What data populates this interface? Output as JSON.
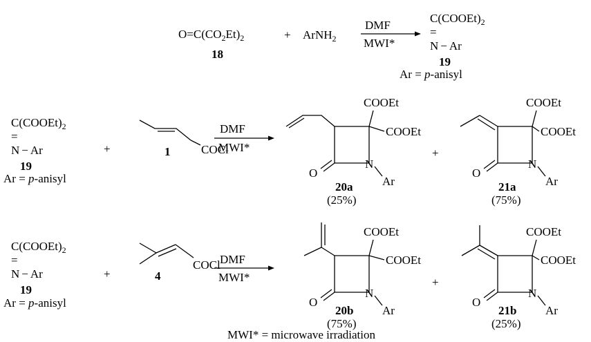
{
  "reaction1": {
    "ketone": "O=C(CO",
    "ketone_sub": "2",
    "ketone_tail": "Et)",
    "ketone_sub2": "2",
    "ketone_label": "18",
    "plus": "+",
    "amine": "ArNH",
    "amine_sub": "2",
    "solvent": "DMF",
    "condition": "MWI*",
    "imine_top": "C(COOEt)",
    "imine_top_sub": "2",
    "imine_bond": "=",
    "imine_n": "N",
    "imine_dash": "−",
    "imine_ar": "Ar",
    "imine_label": "19",
    "ar_def_prefix": "Ar = ",
    "ar_def_italic": "p",
    "ar_def_suffix": "-anisyl"
  },
  "reaction2": {
    "imine_top": "C(COOEt)",
    "imine_top_sub": "2",
    "imine_bond": "=",
    "imine_n": "N",
    "imine_dash": "−",
    "imine_ar": "Ar",
    "imine_label": "19",
    "ar_def_prefix": "Ar = ",
    "ar_def_italic": "p",
    "ar_def_suffix": "-anisyl",
    "plus1": "+",
    "acyl_label": "1",
    "acyl_group": "COCl",
    "solvent": "DMF",
    "condition": "MWI*",
    "p1_ester_top": "COOEt",
    "p1_ester_right": "COOEt",
    "p1_o": "O",
    "p1_n": "N",
    "p1_ar": "Ar",
    "p1_label": "20a",
    "p1_yield": "(25%)",
    "plus2": "+",
    "p2_ester_top": "COOEt",
    "p2_ester_right": "COOEt",
    "p2_o": "O",
    "p2_n": "N",
    "p2_ar": "Ar",
    "p2_label": "21a",
    "p2_yield": "(75%)"
  },
  "reaction3": {
    "imine_top": "C(COOEt)",
    "imine_top_sub": "2",
    "imine_bond": "=",
    "imine_n": "N",
    "imine_dash": "−",
    "imine_ar": "Ar",
    "imine_label": "19",
    "ar_def_prefix": "Ar = ",
    "ar_def_italic": "p",
    "ar_def_suffix": "-anisyl",
    "plus1": "+",
    "acyl_label": "4",
    "acyl_group": "COCl",
    "solvent": "DMF",
    "condition": "MWI*",
    "p1_ester_top": "COOEt",
    "p1_ester_right": "COOEt",
    "p1_o": "O",
    "p1_n": "N",
    "p1_ar": "Ar",
    "p1_label": "20b",
    "p1_yield": "(75%)",
    "plus2": "+",
    "p2_ester_top": "COOEt",
    "p2_ester_right": "COOEt",
    "p2_o": "O",
    "p2_n": "N",
    "p2_ar": "Ar",
    "p2_label": "21b",
    "p2_yield": "(25%)"
  },
  "footnote": "MWI* = microwave irradiation"
}
